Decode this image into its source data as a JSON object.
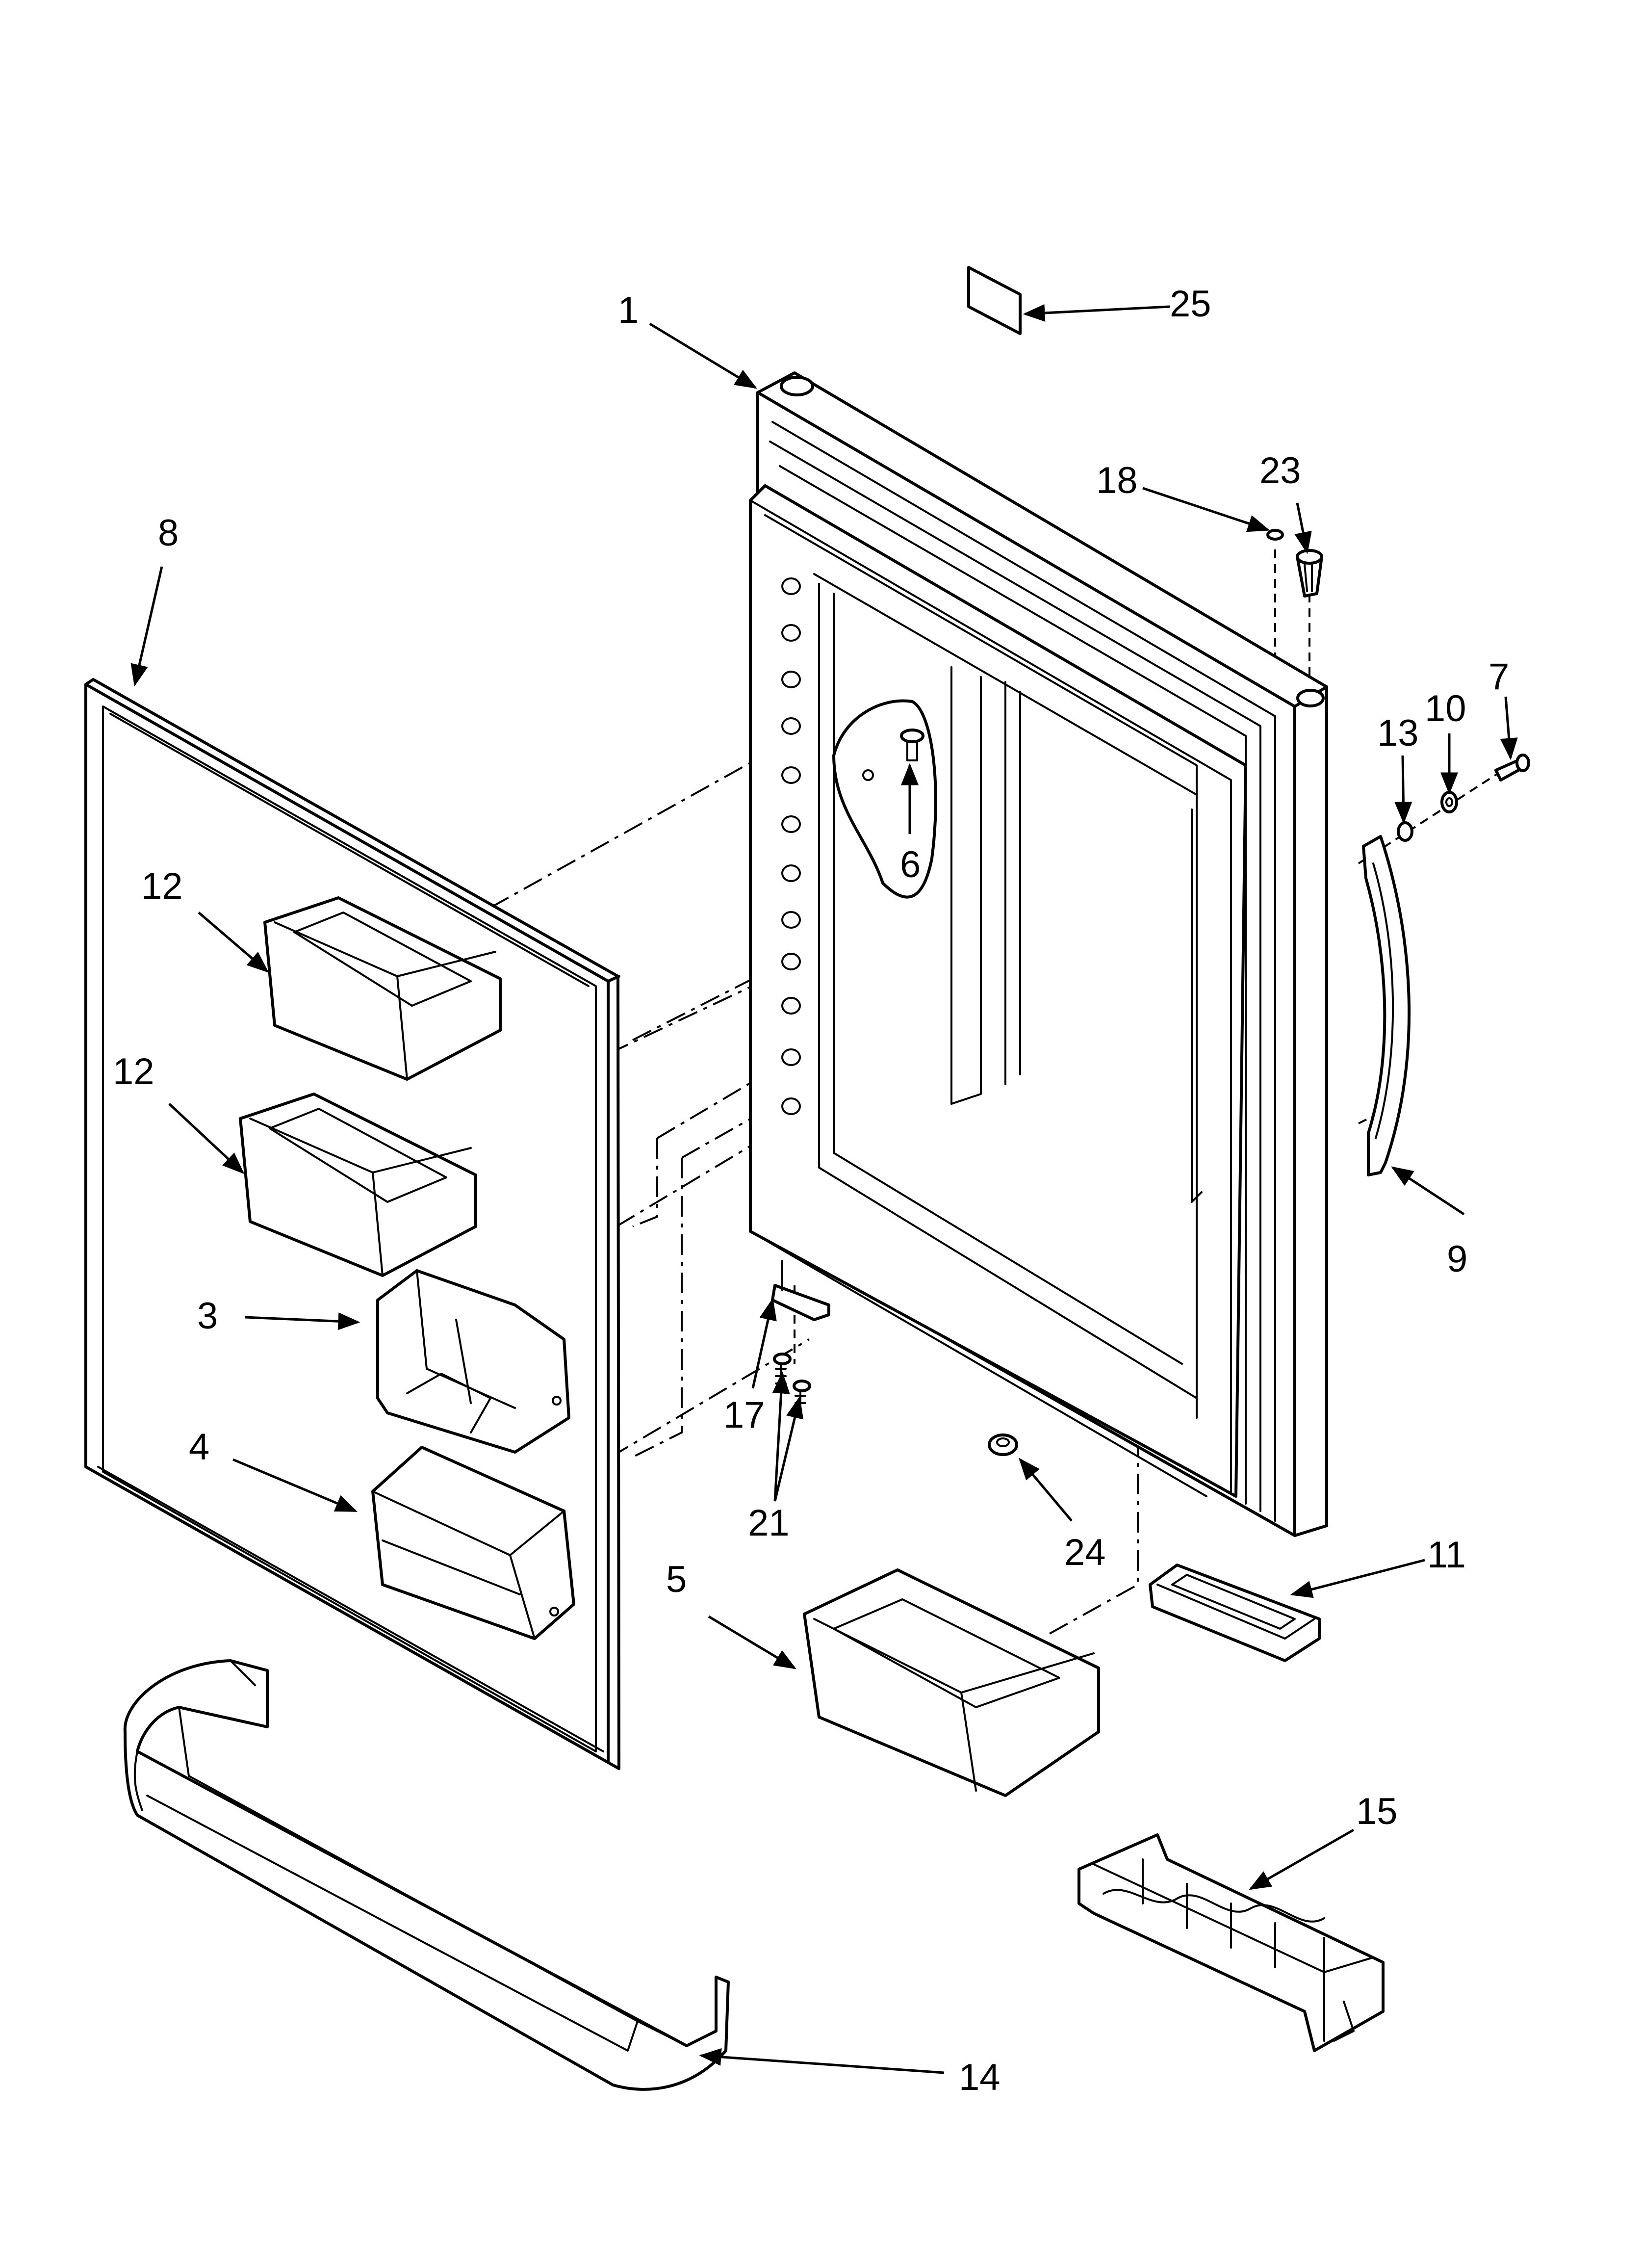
{
  "diagram": {
    "callouts": [
      "1",
      "3",
      "4",
      "5",
      "6",
      "7",
      "8",
      "9",
      "10",
      "11",
      "12",
      "12",
      "13",
      "14",
      "15",
      "17",
      "18",
      "21",
      "23",
      "24",
      "25"
    ]
  },
  "icons": {
    "arrowhead": "arrowhead-marker"
  }
}
